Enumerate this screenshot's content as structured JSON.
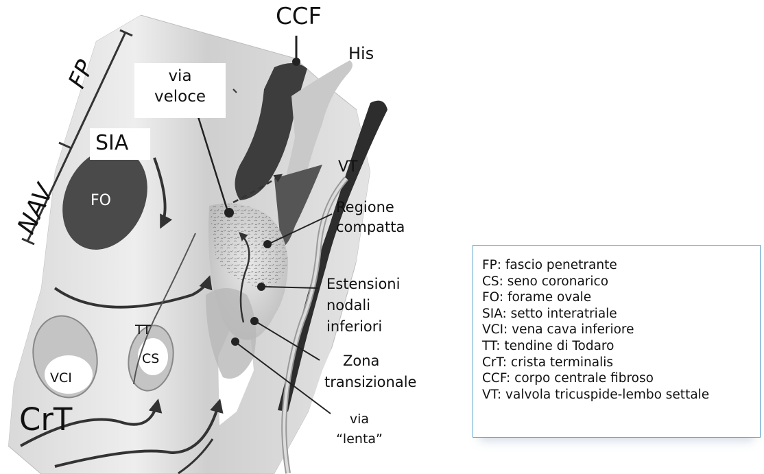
{
  "labels": {
    "ccf": "CCF",
    "his": "His",
    "fp": "FP",
    "via_veloce": [
      "via",
      "veloce"
    ],
    "sia": "SIA",
    "nav": "NAV",
    "fo": "FO",
    "vt": "VT",
    "regione_compatta": [
      "Regione",
      "compatta"
    ],
    "estensioni": [
      "Estensioni",
      "nodali",
      "inferiori"
    ],
    "tt": "TT",
    "cs": "CS",
    "vci": "VCI",
    "zona": [
      "Zona",
      "transizionale"
    ],
    "via_lenta": [
      "via",
      "“lenta”"
    ],
    "crt": "CrT"
  },
  "legend": [
    "FP: fascio penetrante",
    "CS: seno coronarico",
    "FO: forame ovale",
    "SIA: setto interatriale",
    "VCI: vena cava inferiore",
    "TT: tendine di Todaro",
    "CrT: crista terminalis",
    "CCF: corpo centrale fibroso",
    "VT: valvola tricuspide-lembo settale"
  ]
}
